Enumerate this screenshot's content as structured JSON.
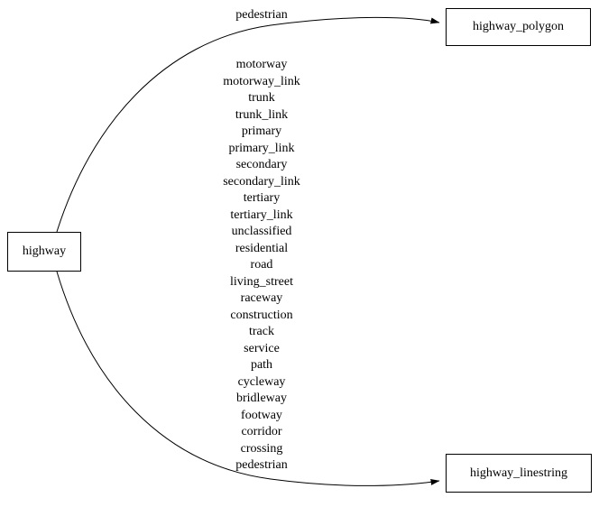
{
  "diagram": {
    "colors": {
      "stroke": "#000000",
      "background": "#ffffff"
    },
    "nodes": {
      "highway": {
        "label": "highway"
      },
      "highway_polygon": {
        "label": "highway_polygon"
      },
      "highway_linestring": {
        "label": "highway_linestring"
      }
    },
    "edges": [
      {
        "from": "highway",
        "to": "highway_polygon",
        "label": "pedestrian"
      },
      {
        "from": "highway",
        "to": "highway_linestring",
        "labels": [
          "motorway",
          "motorway_link",
          "trunk",
          "trunk_link",
          "primary",
          "primary_link",
          "secondary",
          "secondary_link",
          "tertiary",
          "tertiary_link",
          "unclassified",
          "residential",
          "road",
          "living_street",
          "raceway",
          "construction",
          "track",
          "service",
          "path",
          "cycleway",
          "bridleway",
          "footway",
          "corridor",
          "crossing",
          "pedestrian"
        ]
      }
    ]
  }
}
